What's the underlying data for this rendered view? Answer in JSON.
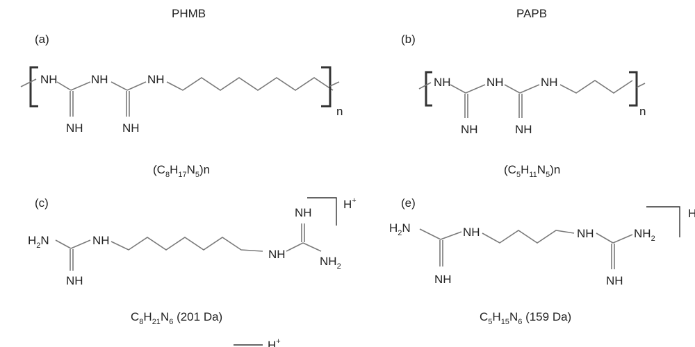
{
  "colors": {
    "bond": "#7a7a7a",
    "text": "#222222",
    "bracket": "#333333"
  },
  "headings": {
    "left": "PHMB",
    "right": "PAPB"
  },
  "panels": [
    {
      "id": "a",
      "label": "(a)",
      "formula": "(C8H17N5)n",
      "repeat_subscript": "n",
      "atoms": [
        "NH",
        "NH",
        "NH",
        "NH",
        "NH"
      ]
    },
    {
      "id": "b",
      "label": "(b)",
      "formula": "(C5H11N5)n",
      "repeat_subscript": "n",
      "atoms": [
        "NH",
        "NH",
        "NH",
        "NH",
        "NH"
      ]
    },
    {
      "id": "c",
      "label": "(c)",
      "formula": "C8H21N6 (201 Da)",
      "charge": "H+",
      "atoms": [
        "H2N",
        "NH",
        "NH",
        "NH",
        "NH",
        "NH2"
      ]
    },
    {
      "id": "e",
      "label": "(e)",
      "formula": "C5H15N6 (159 Da)",
      "charge": "H",
      "atoms": [
        "H2N",
        "NH",
        "NH",
        "NH",
        "NH",
        "NH2"
      ]
    }
  ],
  "cutoff": {
    "charge": "H+"
  }
}
